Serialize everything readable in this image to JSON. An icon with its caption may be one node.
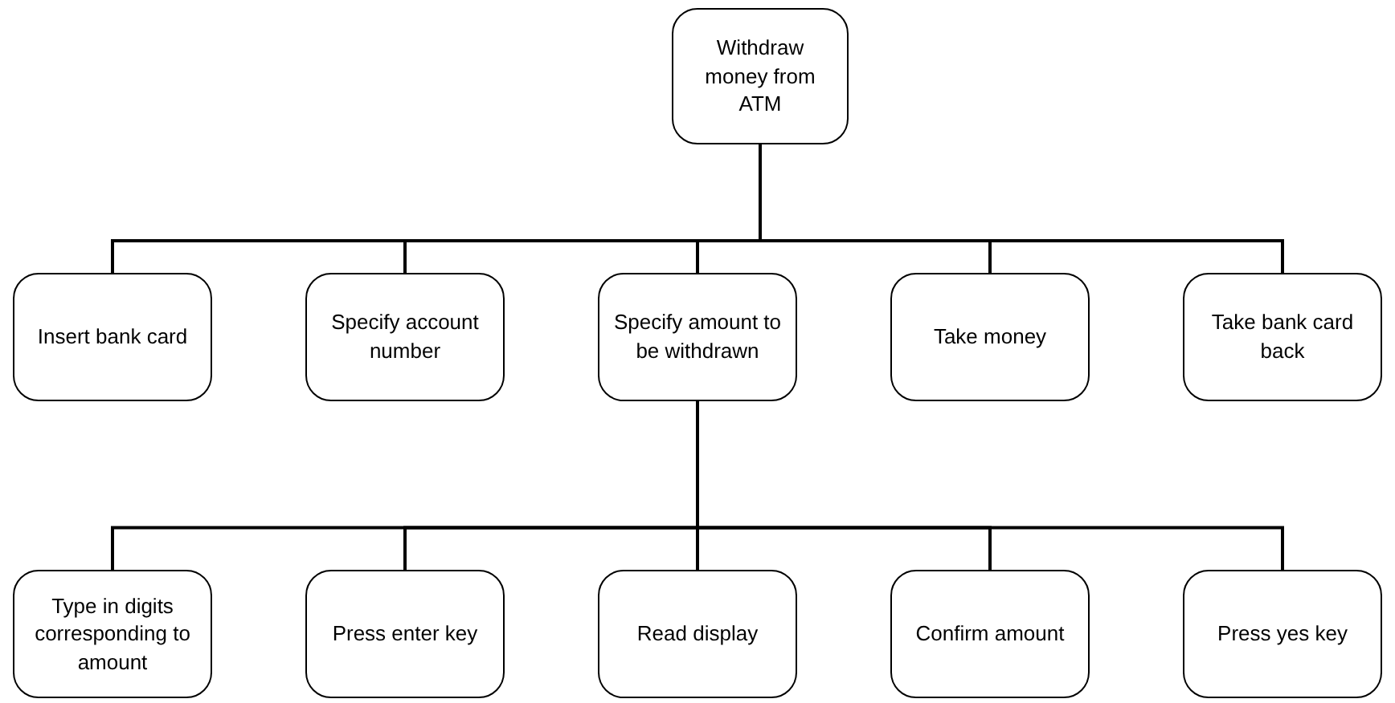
{
  "diagram": {
    "nodes": [
      {
        "text": [
          "Withdraw money from ATM"
        ]
      },
      {
        "text": [
          "Insert bank card"
        ]
      },
      {
        "text": [
          "Specify account number"
        ]
      },
      {
        "text": [
          "Specify amount to be withdrawn"
        ]
      },
      {
        "text": [
          "Take money"
        ]
      },
      {
        "text": [
          "Take bank card back"
        ]
      },
      {
        "text": [
          "Type in digits corresponding to amount"
        ]
      },
      {
        "text": [
          "Press enter key"
        ]
      },
      {
        "text": [
          "Read display"
        ]
      },
      {
        "text": [
          "Confirm amount"
        ]
      },
      {
        "text": [
          "Press yes key"
        ]
      }
    ],
    "edges": [
      {
        "from": 0,
        "to": 1,
        "arrow": "none"
      },
      {
        "from": 0,
        "to": 2,
        "arrow": "none"
      },
      {
        "from": 0,
        "to": 3,
        "arrow": "none"
      },
      {
        "from": 0,
        "to": 4,
        "arrow": "none"
      },
      {
        "from": 0,
        "to": 5,
        "arrow": "none"
      },
      {
        "from": 3,
        "to": 6,
        "arrow": "none"
      },
      {
        "from": 3,
        "to": 7,
        "arrow": "none"
      },
      {
        "from": 3,
        "to": 8,
        "arrow": "none"
      },
      {
        "from": 3,
        "to": 9,
        "arrow": "none"
      },
      {
        "from": 3,
        "to": 10,
        "arrow": "none"
      }
    ]
  }
}
